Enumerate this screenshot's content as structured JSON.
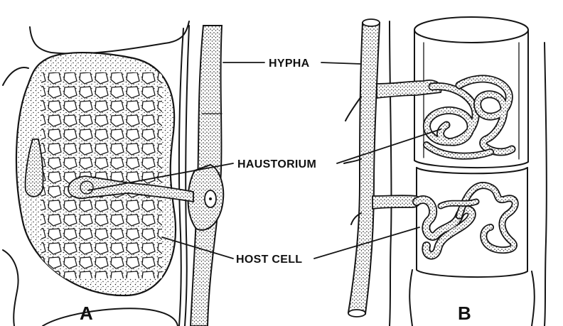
{
  "diagram": {
    "labels": {
      "hypha": "HYPHA",
      "haustorium": "HAUSTORIUM",
      "host_cell": "HOST CELL"
    },
    "panels": {
      "a": "A",
      "b": "B"
    }
  }
}
